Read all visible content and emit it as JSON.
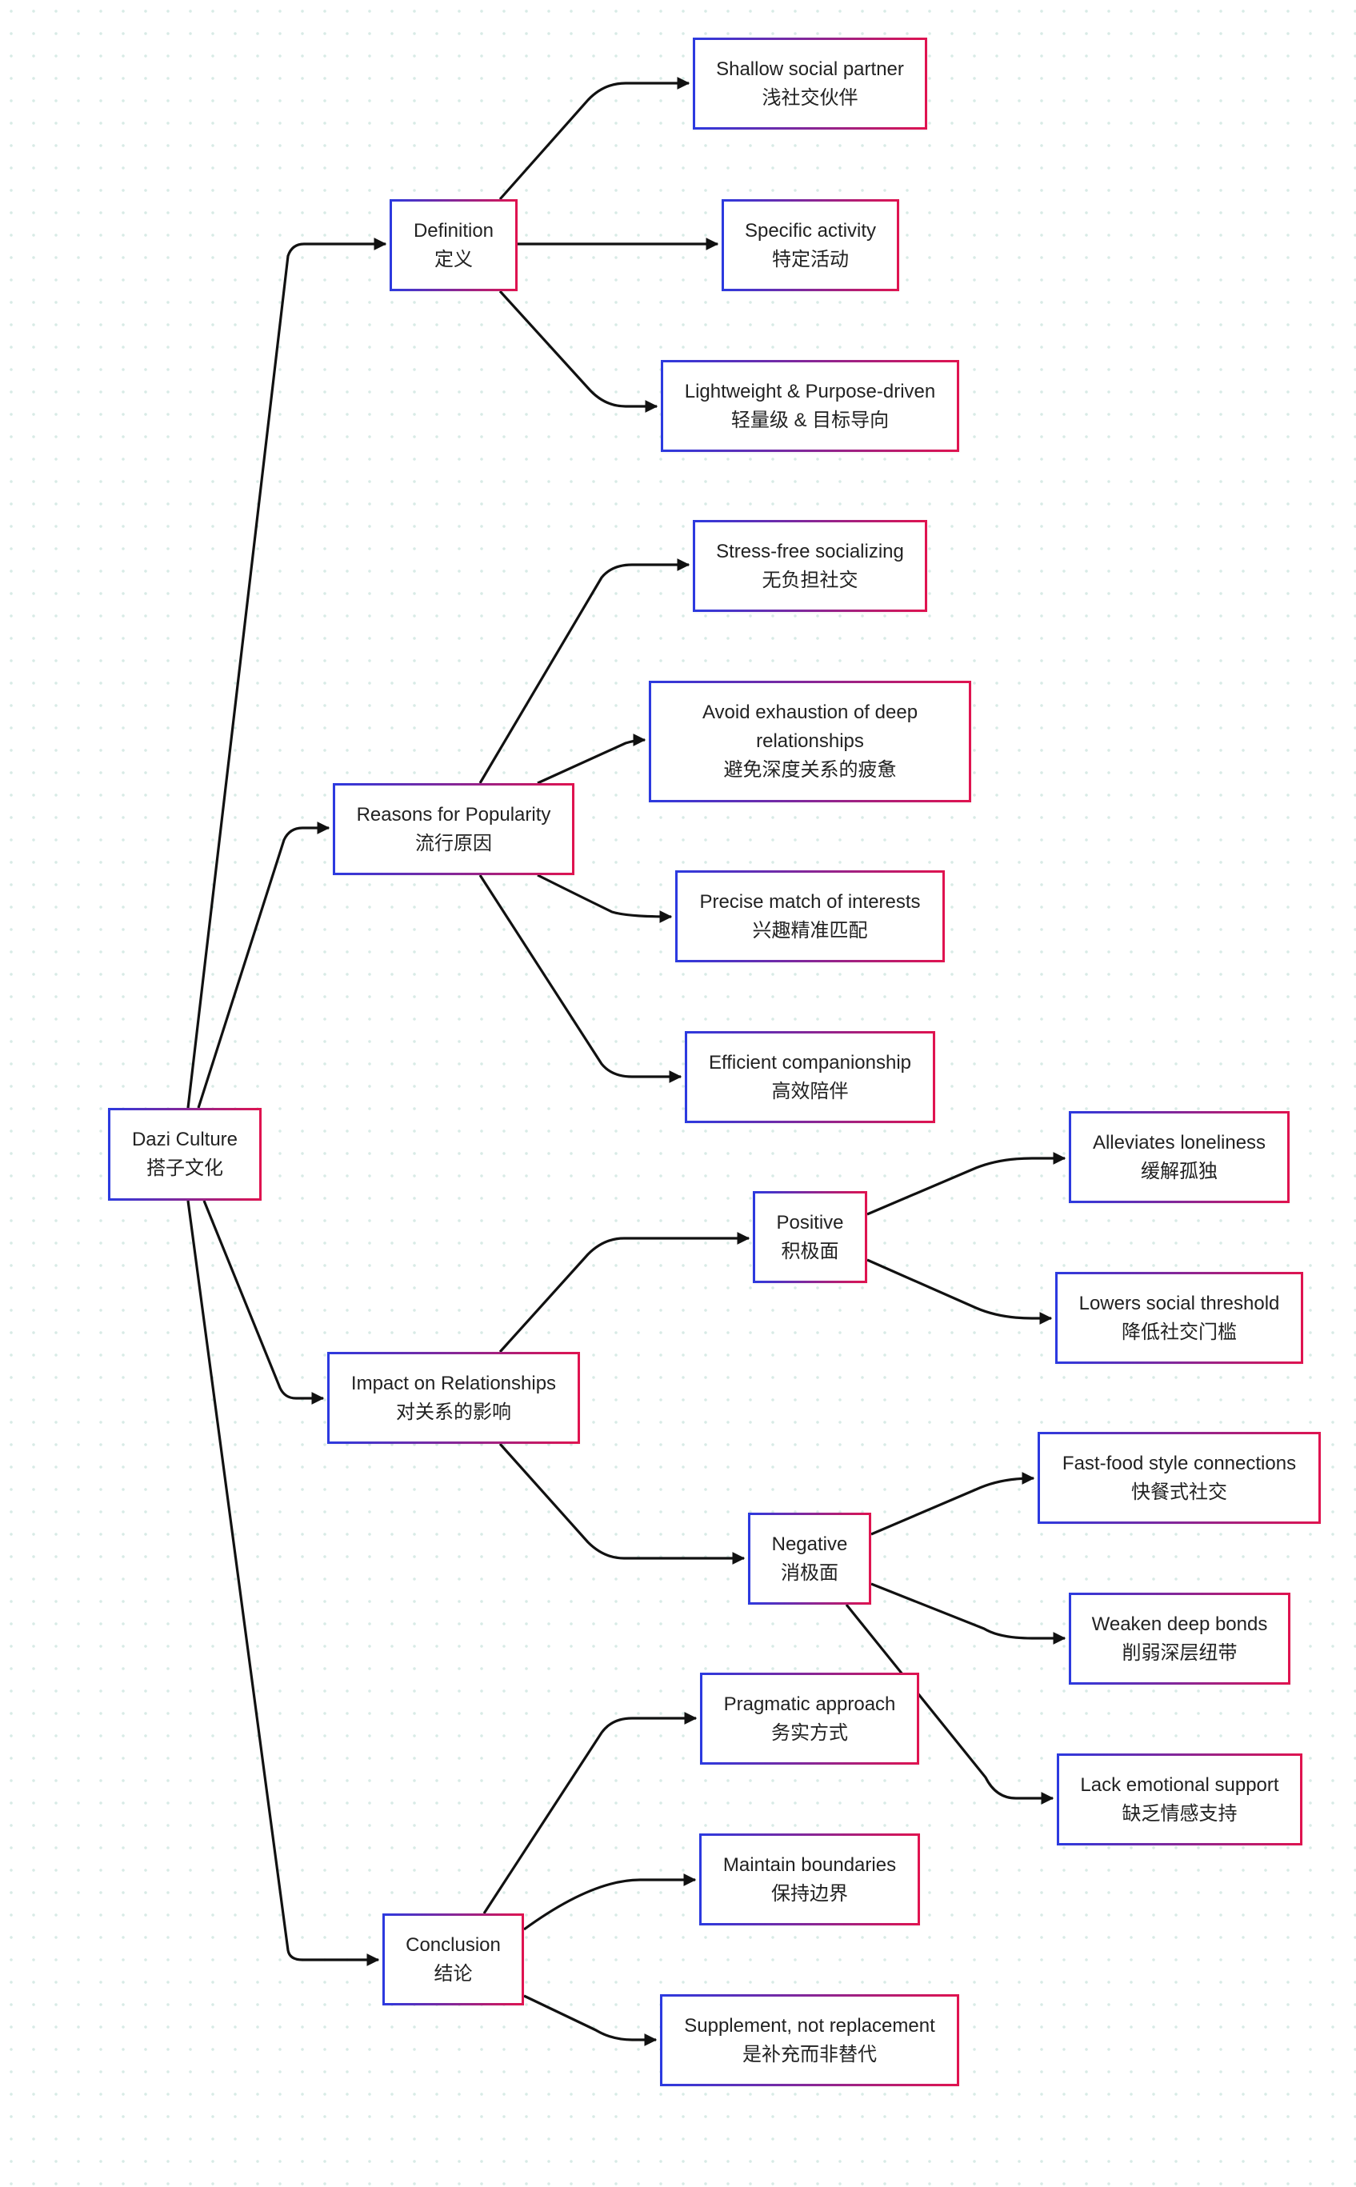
{
  "diagram": {
    "root": {
      "en": "Dazi Culture",
      "zh": "搭子文化"
    },
    "branches": [
      {
        "en": "Definition",
        "zh": "定义",
        "children": [
          {
            "en": "Shallow social partner",
            "zh": "浅社交伙伴"
          },
          {
            "en": "Specific activity",
            "zh": "特定活动"
          },
          {
            "en": "Lightweight & Purpose-driven",
            "zh": "轻量级 & 目标导向"
          }
        ]
      },
      {
        "en": "Reasons for Popularity",
        "zh": "流行原因",
        "children": [
          {
            "en": "Stress-free socializing",
            "zh": "无负担社交"
          },
          {
            "en": "Avoid exhaustion of deep relationships",
            "zh": "避免深度关系的疲惫"
          },
          {
            "en": "Precise match of interests",
            "zh": "兴趣精准匹配"
          },
          {
            "en": "Efficient companionship",
            "zh": "高效陪伴"
          }
        ]
      },
      {
        "en": "Impact on Relationships",
        "zh": "对关系的影响",
        "children": [
          {
            "en": "Positive",
            "zh": "积极面",
            "children": [
              {
                "en": "Alleviates loneliness",
                "zh": "缓解孤独"
              },
              {
                "en": "Lowers social threshold",
                "zh": "降低社交门槛"
              }
            ]
          },
          {
            "en": "Negative",
            "zh": "消极面",
            "children": [
              {
                "en": "Fast-food style connections",
                "zh": "快餐式社交"
              },
              {
                "en": "Weaken deep bonds",
                "zh": "削弱深层纽带"
              },
              {
                "en": "Lack emotional support",
                "zh": "缺乏情感支持"
              }
            ]
          }
        ]
      },
      {
        "en": "Conclusion",
        "zh": "结论",
        "children": [
          {
            "en": "Pragmatic approach",
            "zh": "务实方式"
          },
          {
            "en": "Maintain boundaries",
            "zh": "保持边界"
          },
          {
            "en": "Supplement, not replacement",
            "zh": "是补充而非替代"
          }
        ]
      }
    ]
  }
}
